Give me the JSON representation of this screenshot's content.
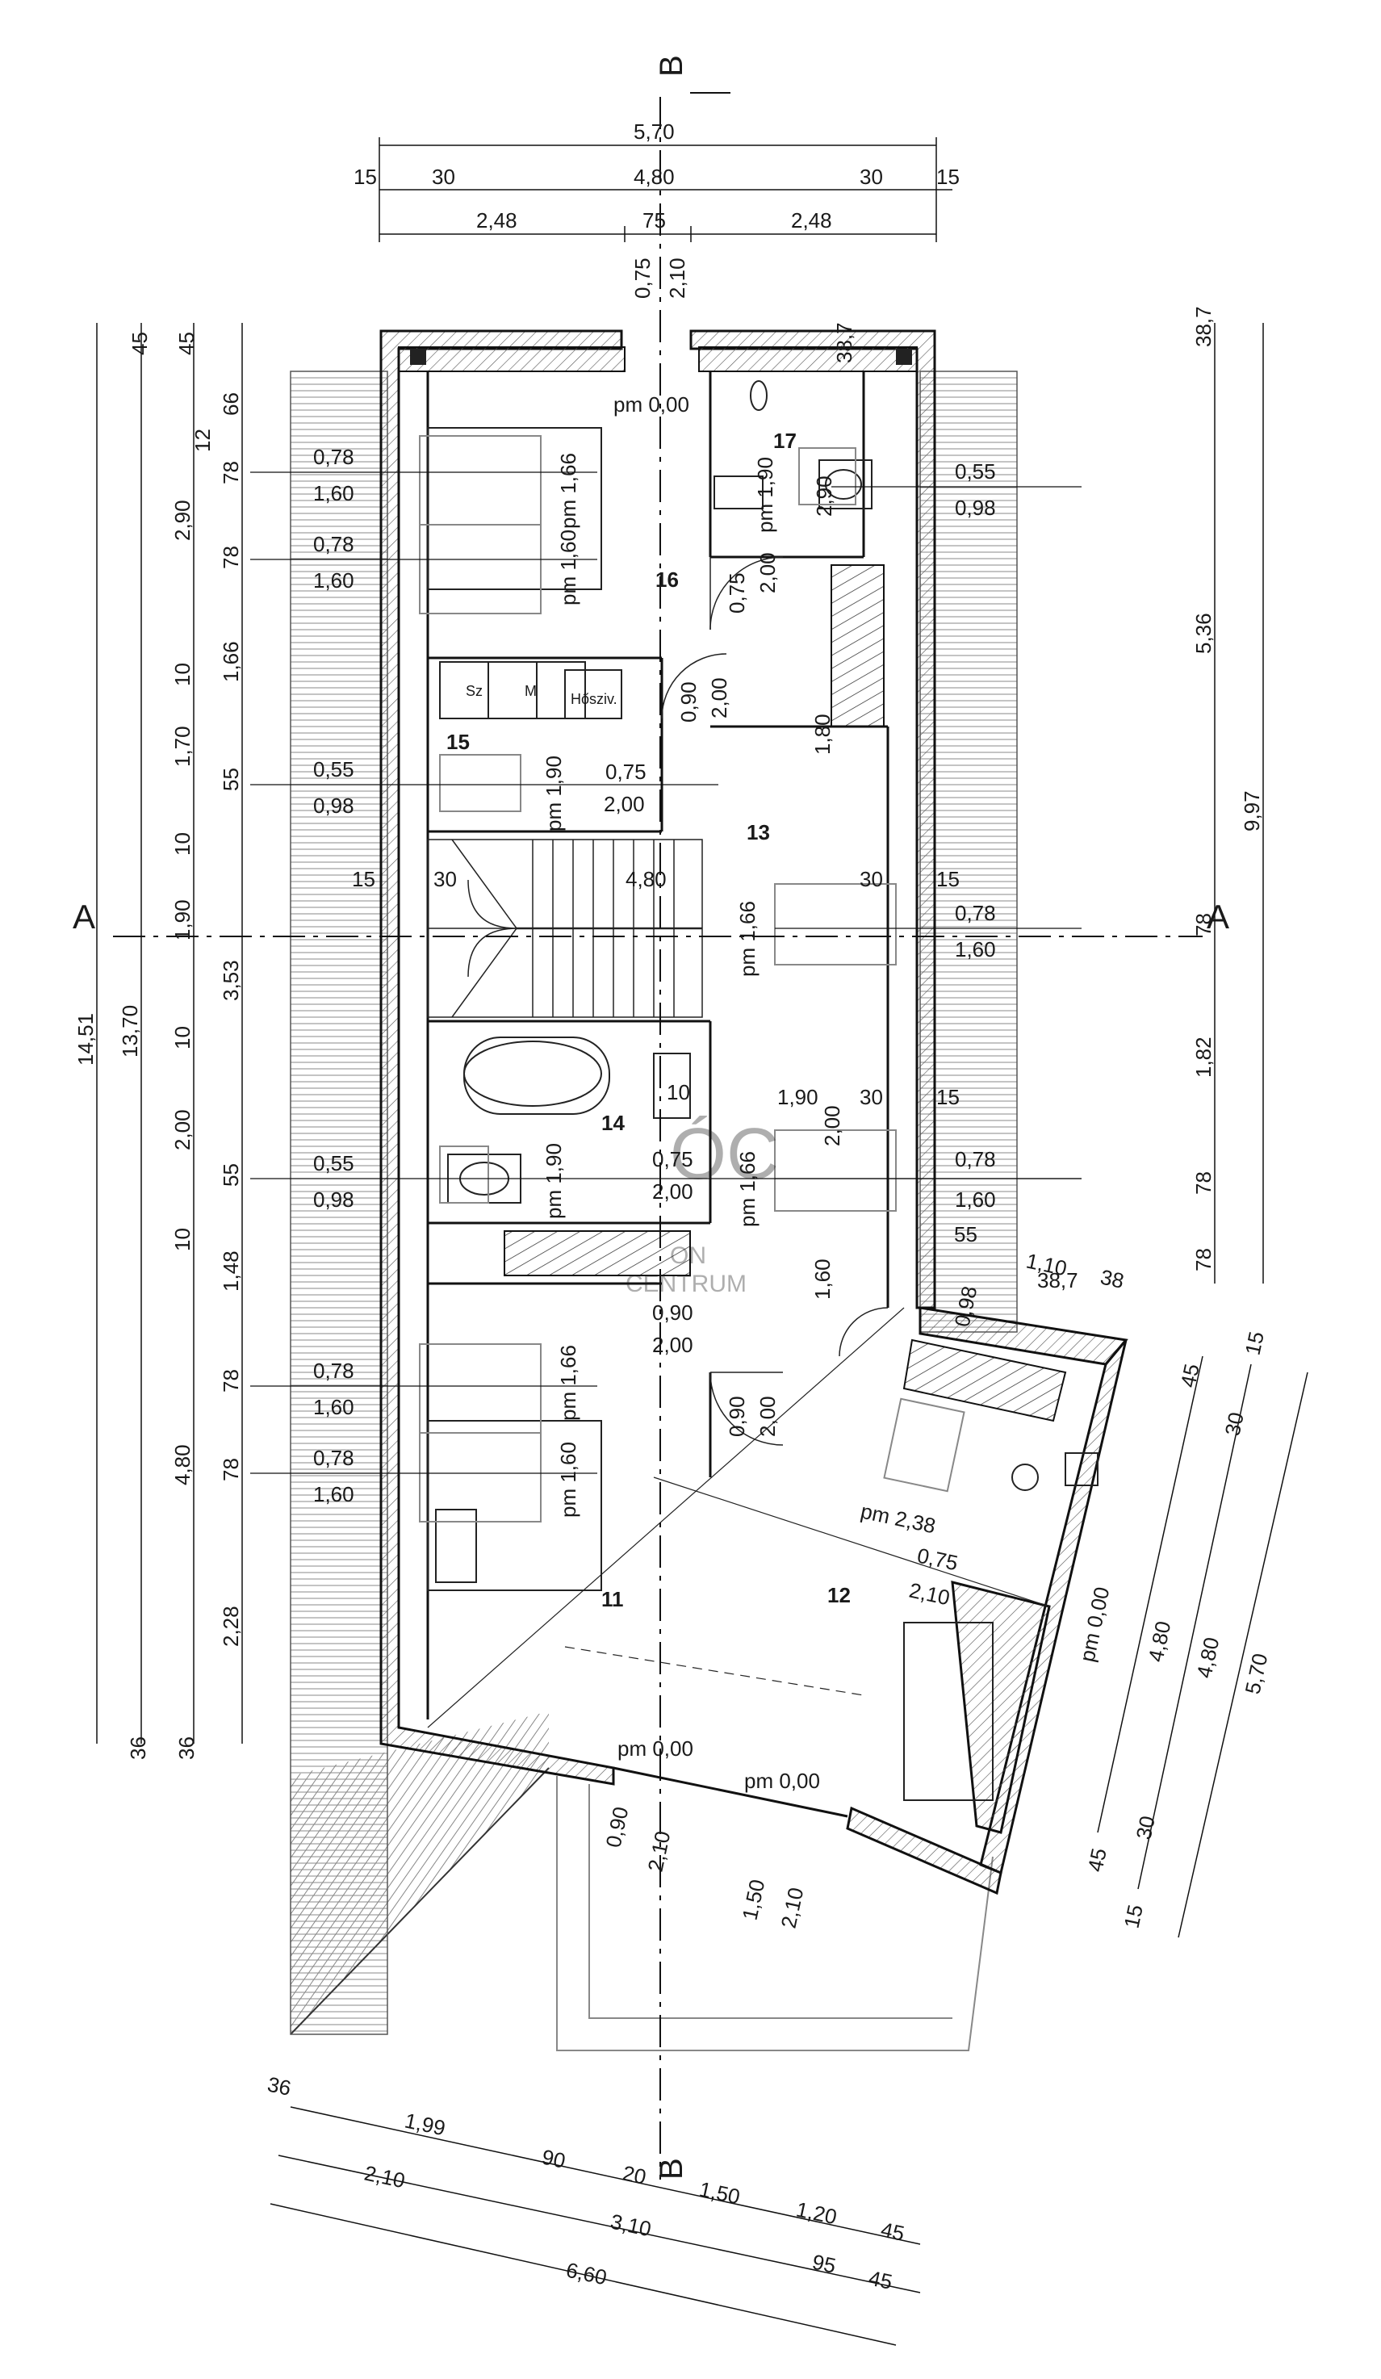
{
  "section_markers": {
    "a": "A",
    "b": "B"
  },
  "rooms": [
    {
      "num": "11"
    },
    {
      "num": "12"
    },
    {
      "num": "13"
    },
    {
      "num": "14"
    },
    {
      "num": "15"
    },
    {
      "num": "16"
    },
    {
      "num": "17"
    }
  ],
  "appliance_labels": {
    "sz": "Sz",
    "m": "M",
    "hosziv": "Hősziv."
  },
  "top_dims": {
    "overall": "5,70",
    "row2": [
      "15",
      "30",
      "4,80",
      "30",
      "15"
    ],
    "row3": [
      "2,48",
      "75",
      "2,48"
    ]
  },
  "left_dims": {
    "outer": "14,51",
    "second": "13,70",
    "third": [
      "45",
      "2,90",
      "10",
      "1,70",
      "10",
      "1,90",
      "10",
      "2,00",
      "10",
      "4,80",
      "36"
    ],
    "fourth": [
      "45",
      "12",
      "66",
      "78",
      "78",
      "1,66",
      "55",
      "3,53",
      "55",
      "1,48",
      "78",
      "78",
      "2,28",
      "36"
    ]
  },
  "right_dims": {
    "overall": "9,97",
    "inner": [
      "38,7",
      "5,36",
      "78",
      "1,82",
      "78",
      "78"
    ]
  },
  "diag_dims": {
    "right": [
      "45",
      "15",
      "30",
      "4,80",
      "4,80",
      "5,70",
      "45",
      "30",
      "15"
    ],
    "bottom_row1": [
      "36",
      "1,99",
      "90",
      "20",
      "1,50",
      "1,20",
      "45"
    ],
    "bottom_row2": [
      "2,10",
      "3,10",
      "95",
      "45"
    ],
    "bottom_row3": [
      "6,60"
    ]
  },
  "openings": [
    {
      "w": "0,78",
      "h": "1,60"
    },
    {
      "w": "0,78",
      "h": "1,60"
    },
    {
      "w": "0,55",
      "h": "0,98"
    },
    {
      "w": "0,55",
      "h": "0,98"
    },
    {
      "w": "0,78",
      "h": "1,60"
    },
    {
      "w": "0,78",
      "h": "1,60"
    },
    {
      "w": "0,55",
      "h": "0,98"
    },
    {
      "w": "0,78",
      "h": "1,60"
    },
    {
      "w": "0,78",
      "h": "1,60"
    }
  ],
  "inner_labels": {
    "pm000": "pm 0,00",
    "pm166": "pm 1,66",
    "pm190": "pm 1,90",
    "pm160": "pm 1,60",
    "pm238": "pm 2,38",
    "d075": "0,75",
    "d090": "0,90",
    "d200": "2,00",
    "d210": "2,10",
    "d150": "1,50",
    "d180": "1,80",
    "d160": "1,60",
    "d290": "2,90",
    "d480": "4,80",
    "d190": "1,90",
    "d30": "30",
    "d15": "15",
    "d10": "10",
    "d55": "55",
    "d110": "1,10",
    "d38": "38",
    "d098": "0,98"
  },
  "watermark": {
    "line1": "ON",
    "line2": "CENTRUM"
  },
  "colors": {
    "line": "#1a1a1a",
    "wall_hatch": "#555555",
    "roof_hatch": "#777777",
    "furniture": "#9a9a9a"
  }
}
